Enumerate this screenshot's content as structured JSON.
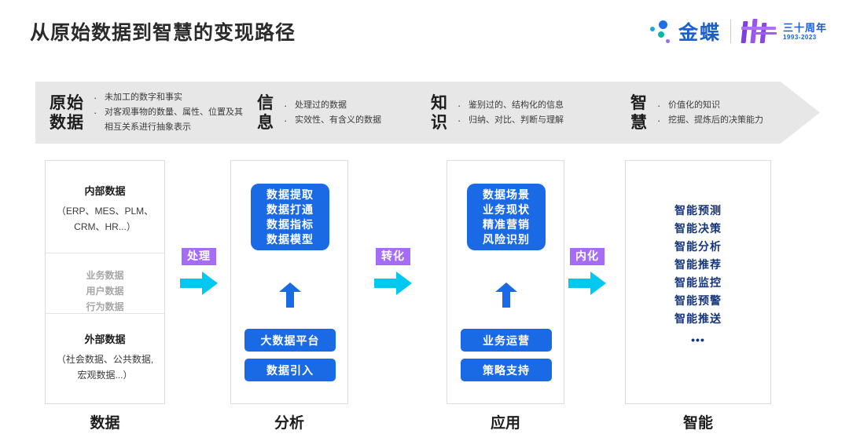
{
  "header": {
    "title": "从原始数据到智慧的变现路径",
    "logo": {
      "name": "金蝶",
      "anniversary_top": "三十周年",
      "anniversary_bottom": "1993-2023",
      "dot_colors": [
        "#1f6fe5",
        "#19a8e0",
        "#0fb6a8",
        "#9a6bef"
      ],
      "brand_color": "#1a5fd0"
    }
  },
  "banner": {
    "background": "#e7e7e7",
    "segments": [
      {
        "title_line1": "原始",
        "title_line2": "数据",
        "bullets": [
          "未加工的数字和事实",
          "对客观事物的数量、属性、位置及其相互关系进行抽象表示"
        ]
      },
      {
        "title_line1": "信",
        "title_line2": "息",
        "bullets": [
          "处理过的数据",
          "实效性、有含义的数据"
        ]
      },
      {
        "title_line1": "知",
        "title_line2": "识",
        "bullets": [
          "鉴别过的、结构化的信息",
          "归纳、对比、判断与理解"
        ]
      },
      {
        "title_line1": "智",
        "title_line2": "慧",
        "bullets": [
          "价值化的知识",
          "挖掘、提炼后的决策能力"
        ]
      }
    ]
  },
  "columns": {
    "data": {
      "label": "数据",
      "internal_title": "内部数据",
      "internal_sub_line1": "（ERP、MES、PLM、",
      "internal_sub_line2": "CRM、HR...）",
      "middle_items": [
        "业务数据",
        "用户数据",
        "行为数据"
      ],
      "external_title": "外部数据",
      "external_sub_line1": "（社会数据、公共数据,",
      "external_sub_line2": "宏观数据...）"
    },
    "analysis": {
      "label": "分析",
      "card_items": [
        "数据提取",
        "数据打通",
        "数据指标",
        "数据模型"
      ],
      "pill_1": "大数据平台",
      "pill_2": "数据引入"
    },
    "application": {
      "label": "应用",
      "card_items": [
        "数据场景",
        "业务现状",
        "精准营销",
        "风险识别"
      ],
      "pill_1": "业务运营",
      "pill_2": "策略支持"
    },
    "smart": {
      "label": "智能",
      "items": [
        "智能预测",
        "智能决策",
        "智能分析",
        "智能推荐",
        "智能监控",
        "智能预警",
        "智能推送"
      ],
      "ellipsis": "•••",
      "text_color": "#14357a"
    }
  },
  "connectors": [
    {
      "label": "处理",
      "tag_color": "#a56cf5",
      "arrow_color": "#00c8f0"
    },
    {
      "label": "转化",
      "tag_color": "#a56cf5",
      "arrow_color": "#00c8f0"
    },
    {
      "label": "内化",
      "tag_color": "#a56cf5",
      "arrow_color": "#00c8f0"
    }
  ],
  "colors": {
    "card_blue": "#1a6ae6",
    "title_dark": "#2b2b2b"
  }
}
